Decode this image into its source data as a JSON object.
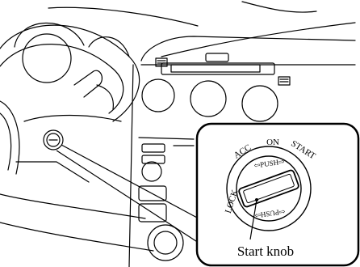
{
  "dial": {
    "positions": [
      "LOCK",
      "ACC",
      "ON",
      "START"
    ],
    "push_top": "⇦PUSH⇨",
    "push_bottom": "⇦PUSH⇨"
  },
  "callout": {
    "label": "Start knob"
  },
  "colors": {
    "line": "#000000",
    "background": "#ffffff",
    "knob_fill": "#ffffff"
  }
}
